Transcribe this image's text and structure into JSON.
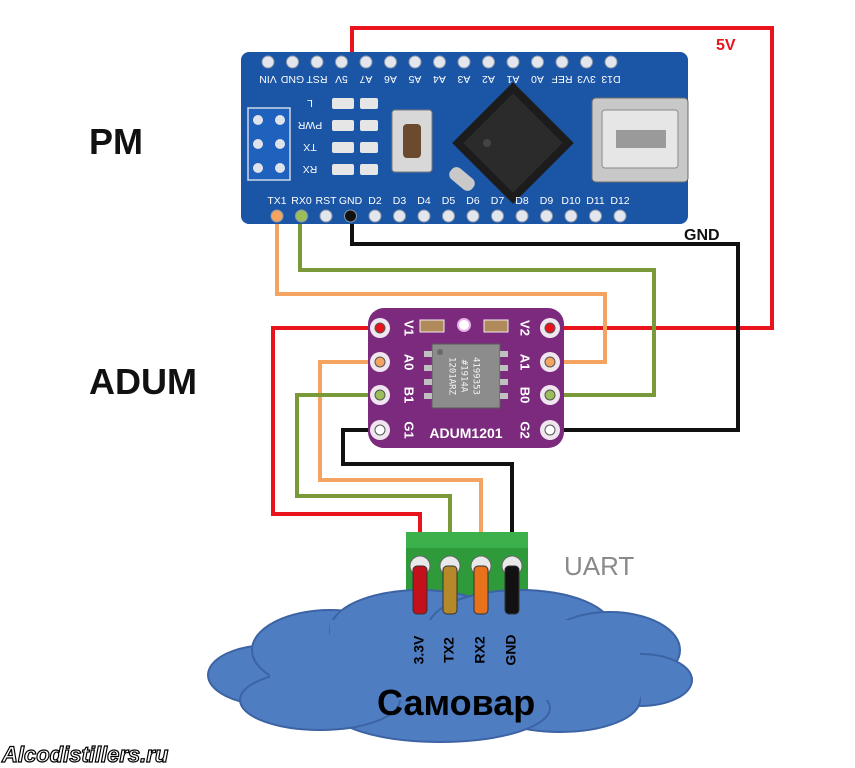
{
  "labels": {
    "pm": "PM",
    "adum": "ADUM",
    "uart": "UART",
    "samovar": "Самовар",
    "v5": "5V",
    "gnd": "GND",
    "watermark": "Alcodistillers.ru"
  },
  "arduino": {
    "top_pins": [
      "VIN",
      "GND",
      "RST",
      "5V",
      "A7",
      "A6",
      "A5",
      "A4",
      "A3",
      "A2",
      "A1",
      "A0",
      "REF",
      "3V3",
      "D13"
    ],
    "bottom_pins": [
      "TX1",
      "RX0",
      "RST",
      "GND",
      "D2",
      "D3",
      "D4",
      "D5",
      "D6",
      "D7",
      "D8",
      "D9",
      "D10",
      "D11",
      "D12"
    ],
    "leds": [
      "L",
      "PWR",
      "TX",
      "RX"
    ]
  },
  "adum": {
    "left_pins": [
      "V1",
      "A0",
      "B1",
      "G1"
    ],
    "right_pins": [
      "V2",
      "A1",
      "B0",
      "G2"
    ],
    "chip_text": [
      "1201ARZ",
      "#1914A",
      "4199353"
    ],
    "board_name": "ADUM1201"
  },
  "uart_pins": [
    "3.3V",
    "TX2",
    "RX2",
    "GND"
  ],
  "colors": {
    "red": "#e8131b",
    "orange": "#f4a460",
    "green": "#7a9a3a",
    "black": "#111111",
    "arduino_blue": "#1a55a6",
    "adum_purple": "#7b2a7e",
    "connector_green": "#2e9a3a",
    "cloud_blue": "#4f7dc2"
  }
}
